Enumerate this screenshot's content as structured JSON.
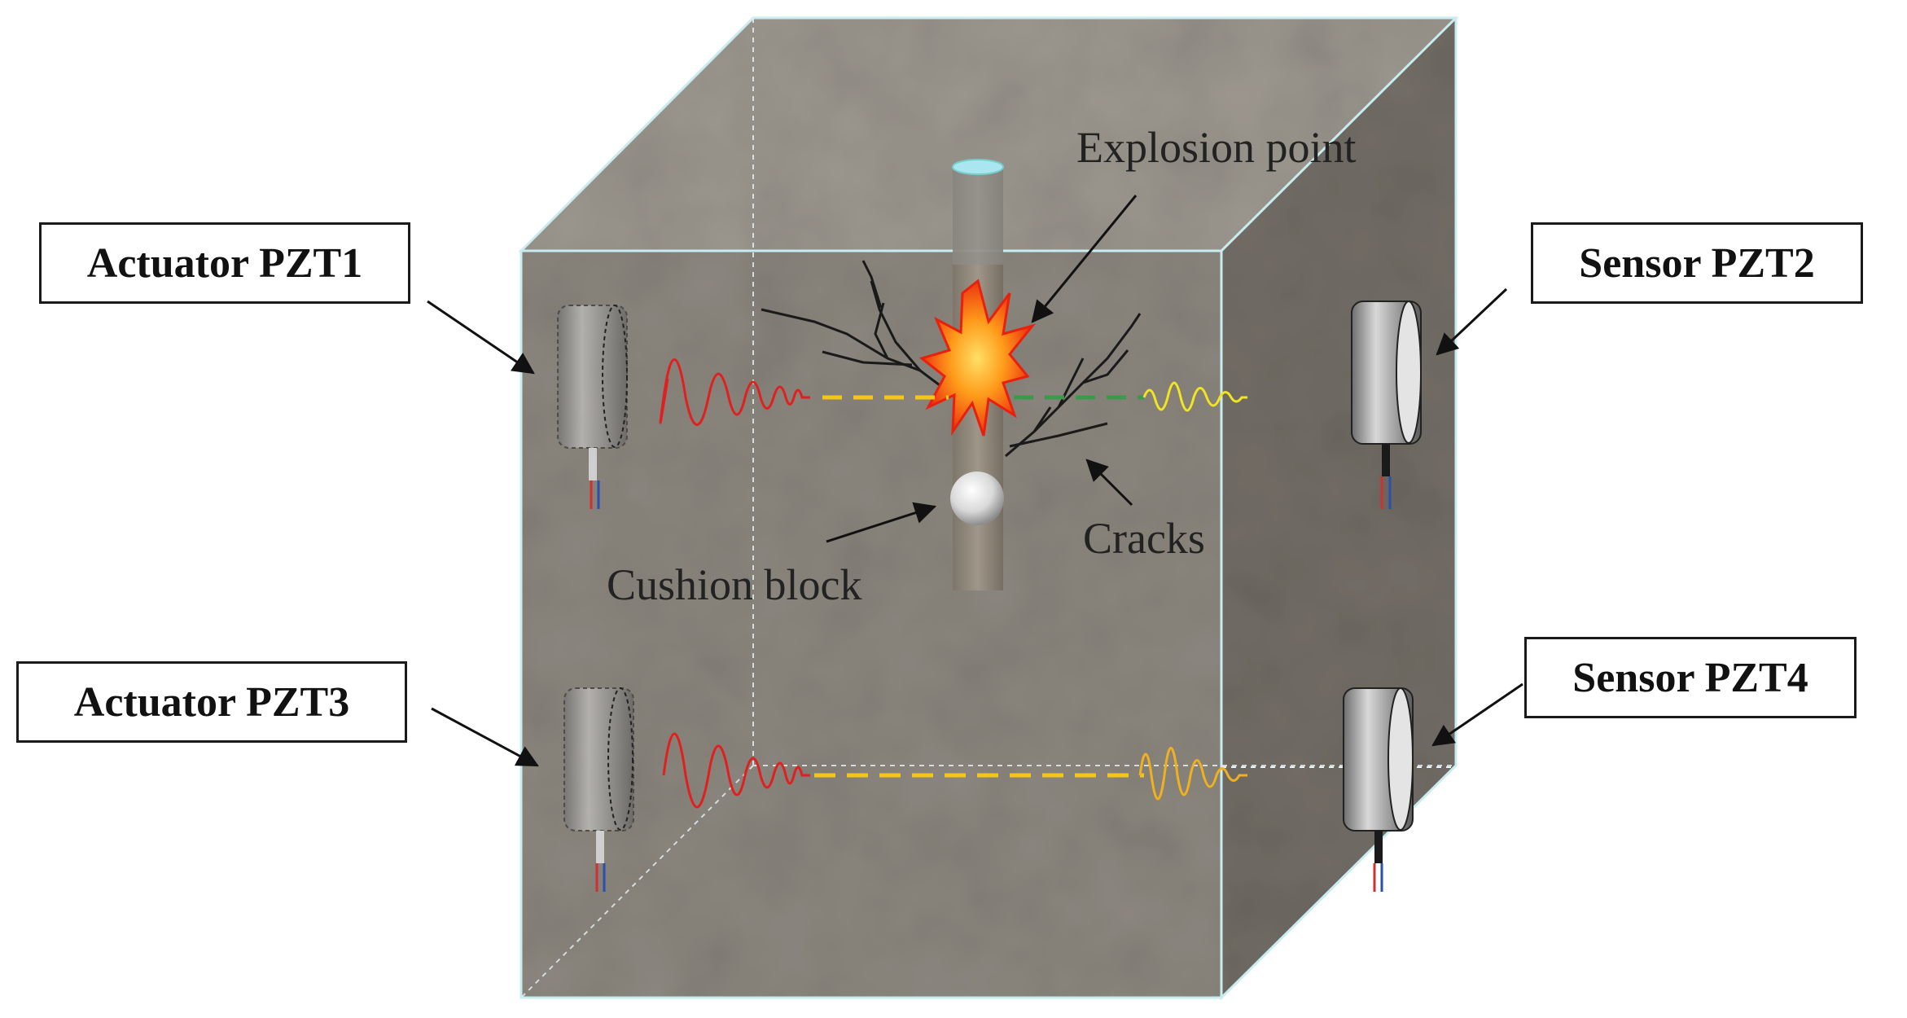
{
  "labels": {
    "actuator1": "Actuator PZT1",
    "actuator3": "Actuator  PZT3",
    "sensor2": "Sensor PZT2",
    "sensor4": "Sensor  PZT4",
    "explosion_point": "Explosion point",
    "cracks": "Cracks",
    "cushion_block": "Cushion block"
  },
  "colors": {
    "concrete_front": "#8a857d",
    "concrete_top": "#9a958d",
    "concrete_side": "#6f6a63",
    "cube_edge": "#bfe3e6",
    "wave_actuator": "#e02020",
    "wave_sensor_top": "#f0ea20",
    "wave_sensor_bottom": "#f0b020",
    "path_yellow_dash": "#f5c518",
    "path_green_dash": "#3a9a4a",
    "explosion_outer": "#f02010",
    "explosion_inner": "#ffb020"
  },
  "icons": [
    "pzt-disc-icon",
    "explosion-icon",
    "cushion-ball-icon",
    "arrow-icon"
  ]
}
